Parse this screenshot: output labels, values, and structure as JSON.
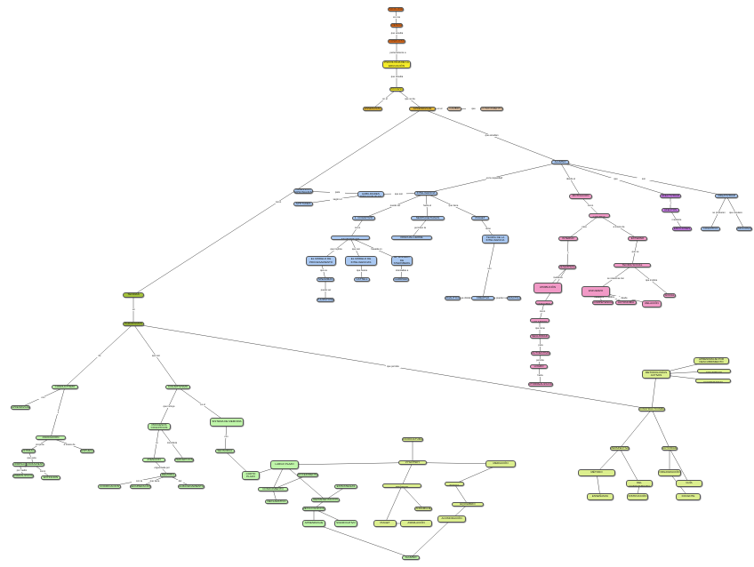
{
  "colors": {
    "orange": "#e8701c",
    "yellow": "#f5ec2a",
    "gold": "#e0b63a",
    "tan": "#e9c9a8",
    "blue": "#a9c8f2",
    "pink": "#f199c6",
    "purple": "#c479e3",
    "olive": "#a4c23b",
    "green": "#bff5a9",
    "lime": "#dcef8e",
    "edge": "#333333"
  },
  "nodes": [
    {
      "id": "n1",
      "text": "PSICOLOGIA",
      "color": "orange"
    },
    {
      "id": "n2",
      "text": "CIENCIA",
      "color": "orange"
    },
    {
      "id": "n3",
      "text": "CONDUCTA",
      "color": "orange"
    },
    {
      "id": "n4",
      "text": "PSICOLOGÍA DE LA EDUCACIÓN",
      "color": "yellow"
    },
    {
      "id": "n5",
      "text": "PROCESO",
      "color": "yellow"
    },
    {
      "id": "n6",
      "text": "ENSEÑANZA",
      "color": "gold"
    },
    {
      "id": "n7",
      "text": "APRENDIZAJE",
      "color": "gold"
    },
    {
      "id": "n8",
      "text": "CAMBIO",
      "color": "tan"
    },
    {
      "id": "n9",
      "text": "CONOCIMIENTO",
      "color": "tan"
    },
    {
      "id": "n10",
      "text": "ALUMNO",
      "color": "blue"
    },
    {
      "id": "n11",
      "text": "DIMENSIÓN PERSONALIDAD",
      "color": "blue"
    },
    {
      "id": "n12",
      "text": "APTITUDES",
      "color": "blue"
    },
    {
      "id": "n13",
      "text": "LAS HABILIDADES INTELECTUALES",
      "color": "blue"
    },
    {
      "id": "n14",
      "text": "INTELIGENCIA",
      "color": "blue"
    },
    {
      "id": "n15",
      "text": "1. COGNITIVO",
      "color": "blue"
    },
    {
      "id": "n16",
      "text": "NEOPIAGETIANAS",
      "color": "blue"
    },
    {
      "id": "n17",
      "text": "PIAGET",
      "color": "blue"
    },
    {
      "id": "n18",
      "text": "LOS MODELOS FACTORIALES",
      "color": "blue"
    },
    {
      "id": "n19",
      "text": "EL MODELO DE PROCESAMIENTO",
      "color": "blue"
    },
    {
      "id": "n20",
      "text": "EL MODELO DE INTELIGENCIAS",
      "color": "blue"
    },
    {
      "id": "n21",
      "text": "EL MODELO DE STERNBERG",
      "color": "blue"
    },
    {
      "id": "n22",
      "text": "SPEARMAN",
      "color": "blue"
    },
    {
      "id": "n23",
      "text": "CATTELL",
      "color": "blue"
    },
    {
      "id": "n24",
      "text": "GARDNER",
      "color": "blue"
    },
    {
      "id": "n25",
      "text": "THURSTONE",
      "color": "blue"
    },
    {
      "id": "n26",
      "text": "PASCUAL-LEONE",
      "color": "blue"
    },
    {
      "id": "n27",
      "text": "TEORÍA DE LA INTELIGENCIA",
      "color": "blue"
    },
    {
      "id": "n28",
      "text": "ANALÍTICA",
      "color": "blue"
    },
    {
      "id": "n29",
      "text": "CREATIVA",
      "color": "blue"
    },
    {
      "id": "n30",
      "text": "PRÁCTICA",
      "color": "blue"
    },
    {
      "id": "n31",
      "text": "MOTIVACIÓN",
      "color": "pink"
    },
    {
      "id": "n32",
      "text": "LOCUS DE CONTROL",
      "color": "pink"
    },
    {
      "id": "n33",
      "text": "INTERNO",
      "color": "pink"
    },
    {
      "id": "n34",
      "text": "EXTERNO",
      "color": "pink"
    },
    {
      "id": "n35",
      "text": "TEORÍA SOCIAL",
      "color": "pink"
    },
    {
      "id": "n36",
      "text": "DESEMPEÑO",
      "color": "pink"
    },
    {
      "id": "n37",
      "text": "ATRIBUCIÓN",
      "color": "pink"
    },
    {
      "id": "n38",
      "text": "ESFUERZO",
      "color": "pink"
    },
    {
      "id": "n39",
      "text": "TEORÍA DE LA AUTODETERMINACIÓN",
      "color": "pink"
    },
    {
      "id": "n40",
      "text": "TEORÍA DE LAS METAS",
      "color": "pink"
    },
    {
      "id": "n41",
      "text": "SOCIAL",
      "color": "pink"
    },
    {
      "id": "n42",
      "text": "COMPETENCIA",
      "color": "pink"
    },
    {
      "id": "n43",
      "text": "AUTONOMÍA",
      "color": "pink"
    },
    {
      "id": "n44",
      "text": "RELACIÓN",
      "color": "pink"
    },
    {
      "id": "n45",
      "text": "SEGURIDAD",
      "color": "pink"
    },
    {
      "id": "n46",
      "text": "AUTOESTIMA",
      "color": "pink"
    },
    {
      "id": "n47",
      "text": "LOGRO",
      "color": "pink"
    },
    {
      "id": "n48",
      "text": "AUTORREALIZACIÓN",
      "color": "pink"
    },
    {
      "id": "n49",
      "text": "AFECTIVIDAD",
      "color": "purple"
    },
    {
      "id": "n50",
      "text": "AFECTOS",
      "color": "purple"
    },
    {
      "id": "n51",
      "text": "EMOCIONES",
      "color": "purple"
    },
    {
      "id": "n52",
      "text": "CREATIVIDAD",
      "color": "blue"
    },
    {
      "id": "n53",
      "text": "COGNITIVO",
      "color": "blue"
    },
    {
      "id": "n54",
      "text": "EMOCIONAL",
      "color": "blue"
    },
    {
      "id": "n55",
      "text": "TEORÍAS",
      "color": "olive"
    },
    {
      "id": "n56",
      "text": "PARADIGMAS",
      "color": "olive"
    },
    {
      "id": "n57",
      "text": "CONDUCTISMO",
      "color": "green"
    },
    {
      "id": "n58",
      "text": "COGNITIVISMO",
      "color": "green"
    },
    {
      "id": "n59",
      "text": "CONSTRUCTIVISMO",
      "color": "lime"
    },
    {
      "id": "n60",
      "text": "APRENDIZAJE",
      "color": "green"
    },
    {
      "id": "n61",
      "text": "ASOCIACIÓN",
      "color": "green"
    },
    {
      "id": "n62",
      "text": "ESTÍMULO",
      "color": "green"
    },
    {
      "id": "n63",
      "text": "RESPUESTA",
      "color": "green"
    },
    {
      "id": "n64",
      "text": "REFORZAMIENTO",
      "color": "green"
    },
    {
      "id": "n65",
      "text": "EXTINCIÓN",
      "color": "green"
    },
    {
      "id": "n66",
      "text": "DISCRIMINACIÓN",
      "color": "green"
    },
    {
      "id": "n67",
      "text": "GENERALIZACIÓN",
      "color": "green"
    },
    {
      "id": "n68",
      "text": "PROCESOS COGNITIVOS",
      "color": "green"
    },
    {
      "id": "n69",
      "text": "ATENCIÓN",
      "color": "green"
    },
    {
      "id": "n70",
      "text": "PERCEPCIÓN",
      "color": "green"
    },
    {
      "id": "n71",
      "text": "MEMORIA",
      "color": "green"
    },
    {
      "id": "n72",
      "text": "RECUPERACIÓN",
      "color": "green"
    },
    {
      "id": "n73",
      "text": "CODIFICACIÓN",
      "color": "green"
    },
    {
      "id": "n74",
      "text": "ALMACENAMIENTO",
      "color": "green"
    },
    {
      "id": "n75",
      "text": "SISTEMA DE MEMORIA",
      "color": "green"
    },
    {
      "id": "n76",
      "text": "SENSORIAL",
      "color": "green"
    },
    {
      "id": "n77",
      "text": "CORTO PLAZO",
      "color": "green"
    },
    {
      "id": "n78",
      "text": "LARGO PLAZO",
      "color": "green"
    },
    {
      "id": "n79",
      "text": "CONOCIMIENTO",
      "color": "green"
    },
    {
      "id": "n80",
      "text": "DECLARATIVO",
      "color": "green"
    },
    {
      "id": "n81",
      "text": "PROCEDIMENTAL",
      "color": "green"
    },
    {
      "id": "n82",
      "text": "APRENDIZAJE",
      "color": "green"
    },
    {
      "id": "n83",
      "text": "SIGNIFICATIVO",
      "color": "green"
    },
    {
      "id": "n84",
      "text": "REPRESENTACIÓN",
      "color": "green"
    },
    {
      "id": "n85",
      "text": "METACOGNICIÓN",
      "color": "green"
    },
    {
      "id": "n86",
      "text": "ESTRATEGIAS",
      "color": "green"
    },
    {
      "id": "n87",
      "text": "SOCIOCULTURAL",
      "color": "lime"
    },
    {
      "id": "n88",
      "text": "VYGOTSKY",
      "color": "lime"
    },
    {
      "id": "n89",
      "text": "ZONA DE DESARROLLO PRÓXIMO",
      "color": "lime"
    },
    {
      "id": "n90",
      "text": "ANDAMIAJE",
      "color": "lime"
    },
    {
      "id": "n91",
      "text": "PIAGET",
      "color": "lime"
    },
    {
      "id": "n92",
      "text": "ASIMILACIÓN",
      "color": "lime"
    },
    {
      "id": "n93",
      "text": "ACOMODACIÓN",
      "color": "lime"
    },
    {
      "id": "n94",
      "text": "EQUILIBRIO",
      "color": "lime"
    },
    {
      "id": "n95",
      "text": "MEDIACIÓN",
      "color": "lime"
    },
    {
      "id": "n96",
      "text": "INTERACCIÓN SOCIAL",
      "color": "lime"
    },
    {
      "id": "n97",
      "text": "METODOLOGÍAS ACTIVAS",
      "color": "lime"
    },
    {
      "id": "n98",
      "text": "APRENDIZAJE POR DESCUBRIMIENTO",
      "color": "lime"
    },
    {
      "id": "n99",
      "text": "ESTRATEGIAS COGNITIVAS",
      "color": "lime"
    },
    {
      "id": "n100",
      "text": "APRENDIZAJE COOPERATIVO",
      "color": "lime"
    },
    {
      "id": "n101",
      "text": "PERSPECTIVA",
      "color": "lime"
    },
    {
      "id": "n102",
      "text": "ACTIVIDAD",
      "color": "lime"
    },
    {
      "id": "n103",
      "text": "MÉTODO",
      "color": "lime"
    },
    {
      "id": "n104",
      "text": "CONSTRUCCIÓN DEL CONOCIMIENTO",
      "color": "lime"
    },
    {
      "id": "n105",
      "text": "ORGANIZACIÓN",
      "color": "lime"
    },
    {
      "id": "n106",
      "text": "GUÍA",
      "color": "lime"
    },
    {
      "id": "n107",
      "text": "ENSEÑANZA",
      "color": "lime"
    },
    {
      "id": "n108",
      "text": "INSTRUCCIÓN",
      "color": "lime"
    },
    {
      "id": "n109",
      "text": "DOCENTE",
      "color": "lime"
    },
    {
      "id": "n110",
      "text": "ALUMNO",
      "color": "green"
    }
  ],
  "links": [
    "es una",
    "que estudia",
    "perteneciente a",
    "que estudia",
    "que se da",
    "en el",
    "o en el",
    "que",
    "que estudian",
    "como",
    "es la capacidad",
    "desde el",
    "que",
    "son",
    "que son",
    "para",
    "según el",
    "puede ser",
    "hacia el",
    "que tiene",
    "como",
    "que implica",
    "que son",
    "basada en",
    "que es",
    "que busca",
    "orientadas a",
    "puede ser",
    "permiten la",
    "tiene",
    "son",
    "se dividen en",
    "que pueden ser",
    "como",
    "para",
    "a través de",
    "que se",
    "y",
    "mediante",
    "que",
    "se relaciona con",
    "basado en",
    "utiliza",
    "desde",
    "que implica",
    "como",
    "que tiene",
    "para",
    "permite",
    "hacia",
    "y",
    "mediante",
    "se producen",
    "que requiere",
    "en",
    "de",
    "que son",
    "que permite",
    "con",
    "o",
    "propone",
    "a través de",
    "que guía",
    "como",
    "que es",
    "por medio",
    "que incluye",
    "su",
    "considera",
    "organizada por",
    "que tiene",
    "con la",
    "del",
    "es el",
    "con"
  ]
}
